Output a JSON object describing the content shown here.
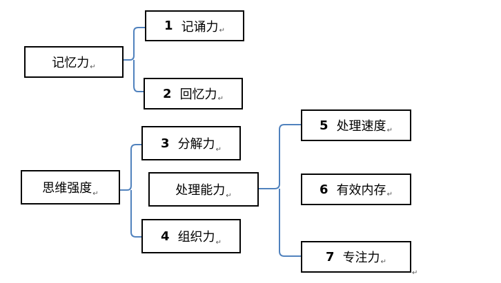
{
  "colors": {
    "connector": "#4f81bd",
    "box_border": "#000000",
    "background": "#ffffff"
  },
  "paragraph_mark": "↵",
  "nodes": {
    "memory": {
      "label": "记忆力"
    },
    "recitation": {
      "number": "1",
      "label": "记诵力"
    },
    "recall": {
      "number": "2",
      "label": "回忆力"
    },
    "thinking_intensity": {
      "label": "思维强度"
    },
    "analysis": {
      "number": "3",
      "label": "分解力"
    },
    "processing_ability": {
      "label": "处理能力"
    },
    "organization": {
      "number": "4",
      "label": "组织力"
    },
    "processing_speed": {
      "number": "5",
      "label": "处理速度"
    },
    "working_memory": {
      "number": "6",
      "label": "有效内存"
    },
    "attention": {
      "number": "7",
      "label": "专注力"
    }
  }
}
